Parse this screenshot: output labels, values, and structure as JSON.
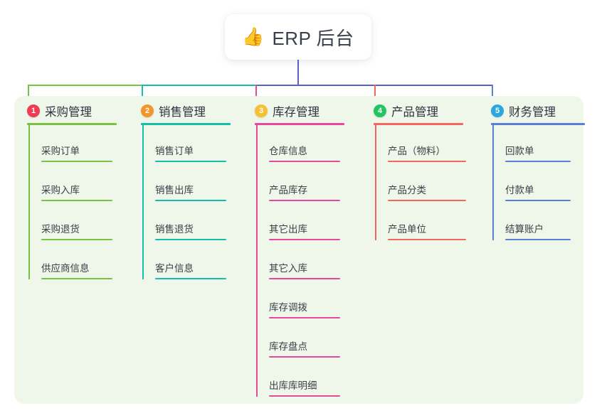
{
  "root": {
    "icon": "thumbs-up-icon",
    "emoji": "👍",
    "title": "ERP 后台"
  },
  "theme": {
    "panel_bg": "#eef7e9",
    "page_bg": "#ffffff",
    "root_bg": "#ffffff",
    "text": "#3b4049",
    "trunk_left": "#7ac143",
    "trunk_mid": "#13bfa6",
    "trunk_right": "#5b62c7"
  },
  "branches": [
    {
      "number": "1",
      "title": "采购管理",
      "badge_color": "#ef3b54",
      "line_color": "#7ac143",
      "items": [
        "采购订单",
        "采购入库",
        "采购退货",
        "供应商信息"
      ]
    },
    {
      "number": "2",
      "title": "销售管理",
      "badge_color": "#f2952b",
      "line_color": "#13bfa6",
      "items": [
        "销售订单",
        "销售出库",
        "销售退货",
        "客户信息"
      ]
    },
    {
      "number": "3",
      "title": "库存管理",
      "badge_color": "#f5c033",
      "line_color": "#e8489b",
      "items": [
        "仓库信息",
        "产品库存",
        "其它出库",
        "其它入库",
        "库存调拨",
        "库存盘点",
        "出库库明细"
      ]
    },
    {
      "number": "4",
      "title": "产品管理",
      "badge_color": "#23c562",
      "line_color": "#f4655f",
      "items": [
        "产品（物料）",
        "产品分类",
        "产品单位"
      ]
    },
    {
      "number": "5",
      "title": "财务管理",
      "badge_color": "#29a8e0",
      "line_color": "#5b7fd4",
      "items": [
        "回款单",
        "付款单",
        "结算账户"
      ]
    }
  ]
}
